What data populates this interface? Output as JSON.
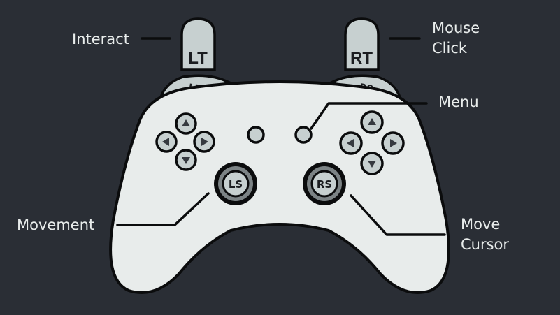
{
  "labels": {
    "interact": "Interact",
    "mouse_click_line1": "Mouse",
    "mouse_click_line2": "Click",
    "menu": "Menu",
    "movement": "Movement",
    "move_cursor_line1": "Move",
    "move_cursor_line2": "Cursor"
  },
  "buttons": {
    "lt": "LT",
    "rt": "RT",
    "lb": "LB",
    "rb": "RB",
    "ls": "LS",
    "rs": "RS"
  },
  "colors": {
    "background": "#2a2e35",
    "controller_body": "#e8eceb",
    "button_fill": "#c7d0d0",
    "outline": "#0b0c0d",
    "label_text": "#e8eceb"
  }
}
